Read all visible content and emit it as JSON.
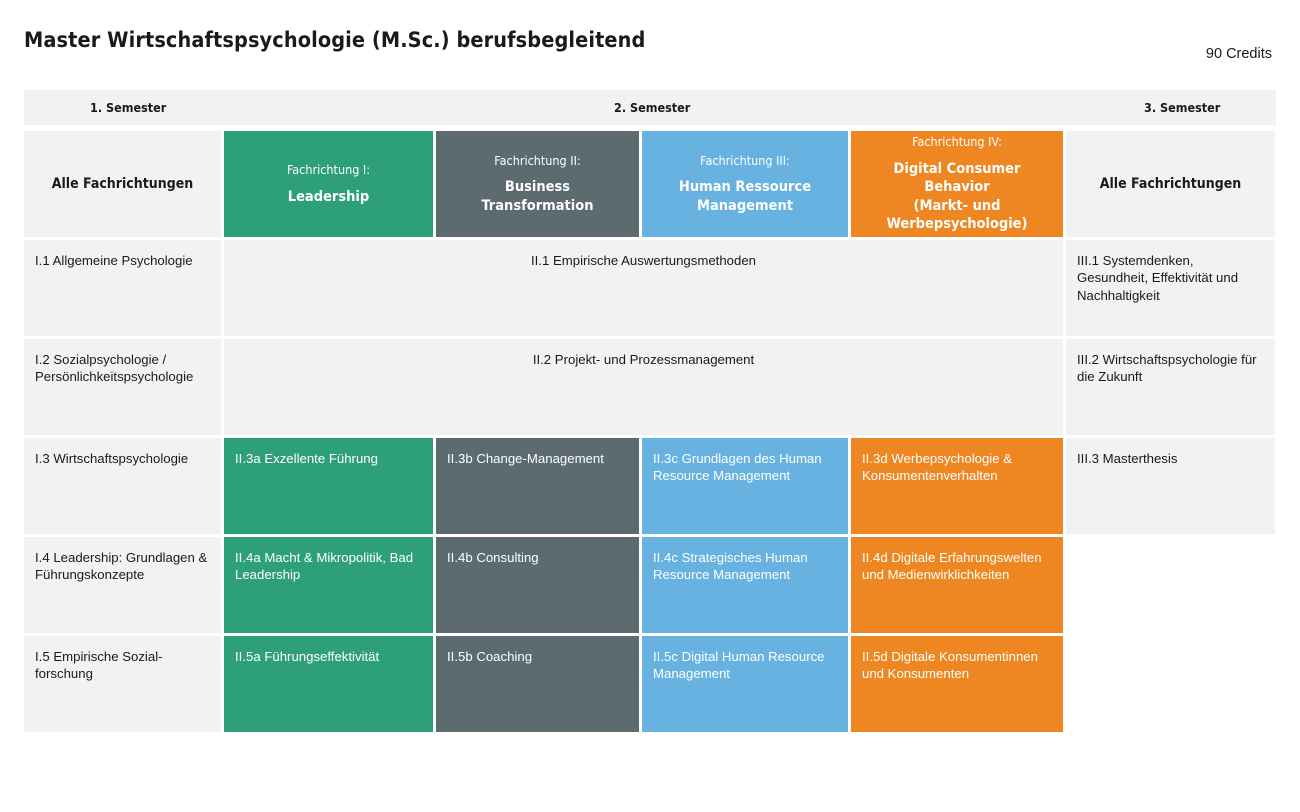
{
  "header": {
    "title": "Master Wirtschaftspsychologie (M.Sc.) berufsbegleitend",
    "credits": "90 Credits"
  },
  "semesters": [
    {
      "label": "1. Semester"
    },
    {
      "label": "2.  Semester"
    },
    {
      "label": "3. Semester"
    }
  ],
  "colors": {
    "green": "#2da077",
    "gray": "#5c6b70",
    "blue": "#67b2e0",
    "orange": "#ee8722",
    "neutral": "#f2f2f2",
    "page_background": "#ffffff",
    "text_dark": "#1a1a1a",
    "text_light": "#ffffff"
  },
  "tracks": {
    "left": {
      "label": "Alle Fachrichtungen"
    },
    "right": {
      "label": "Alle Fachrichtungen"
    },
    "specializations": [
      {
        "kicker": "Fachrichtung I:",
        "name": "Leadership",
        "color": "#2da077"
      },
      {
        "kicker": "Fachrichtung II:",
        "name": "Business\nTransformation",
        "color": "#5c6b70"
      },
      {
        "kicker": "Fachrichtung III:",
        "name": "Human Ressource\nManagement",
        "color": "#67b2e0"
      },
      {
        "kicker": "Fachrichtung IV:",
        "name": "Digital Consumer Behavior\n(Markt- und Werbepsychologie)",
        "color": "#ee8722"
      }
    ]
  },
  "rows": [
    {
      "left": "I.1 Allgemeine Psychologie",
      "span": "II.1 Empirische Auswertungsmethoden",
      "right": "III.1 Systemdenken, Gesundheit, Effektivität und Nachhaltigkeit"
    },
    {
      "left": "I.2 Sozialpsychologie / Persönlichkeitspsychologie",
      "span": "II.2 Projekt- und Prozessmanagement",
      "right": "III.2 Wirtschaftspsychologie für die Zukunft"
    },
    {
      "left": "I.3 Wirtschaftspsychologie",
      "a": "II.3a Exzellente Führung",
      "b": "II.3b Change-Management",
      "c": "II.3c Grundlagen des Human Resource Management",
      "d": "II.3d Werbepsychologie & Konsumentenverhalten",
      "right": "III.3 Masterthesis"
    },
    {
      "left": "I.4 Leadership: Grundlagen & Führungskonzepte",
      "a": "II.4a Macht & Mikropolitik, Bad Leadership",
      "b": "II.4b Consulting",
      "c": "II.4c Strategisches Human Resource Management",
      "d": "II.4d Digitale Erfahrungswelten und Medienwirklichkeiten",
      "right": ""
    },
    {
      "left": "I.5 Empirische Sozial-\nforschung",
      "a": "II.5a Führungseffektivität",
      "b": "II.5b Coaching",
      "c": "II.5c Digital Human Resource Management",
      "d": "II.5d Digitale Konsumentinnen und Konsumenten",
      "right": ""
    }
  ]
}
